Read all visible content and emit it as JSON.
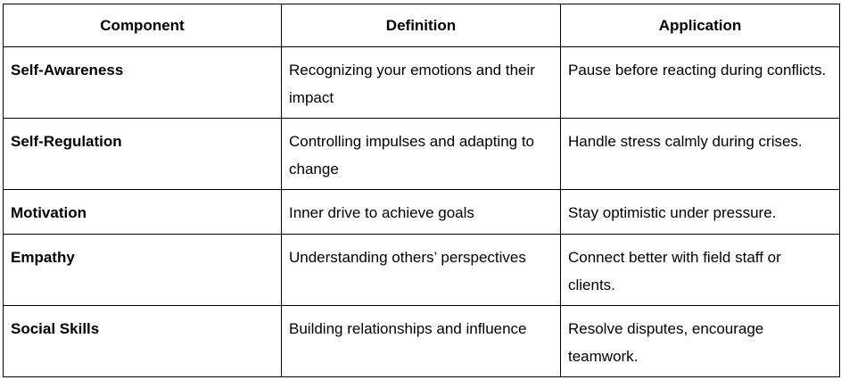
{
  "table": {
    "headers": [
      "Component",
      "Definition",
      "Application"
    ],
    "rows": [
      {
        "component": "Self-Awareness",
        "definition": "Recognizing your emotions and their impact",
        "application": "Pause before reacting during conflicts."
      },
      {
        "component": "Self-Regulation",
        "definition": "Controlling impulses and adapting to change",
        "application": "Handle stress calmly during crises."
      },
      {
        "component": "Motivation",
        "definition": "Inner drive to achieve goals",
        "application": "Stay optimistic under pressure."
      },
      {
        "component": "Empathy",
        "definition": "Understanding others’ perspectives",
        "application": "Connect better with field staff or clients."
      },
      {
        "component": "Social Skills",
        "definition": "Building relationships and influence",
        "application": "Resolve disputes, encourage teamwork."
      }
    ]
  },
  "colors": {
    "border": "#000000",
    "text": "#000000",
    "background": "#ffffff"
  }
}
